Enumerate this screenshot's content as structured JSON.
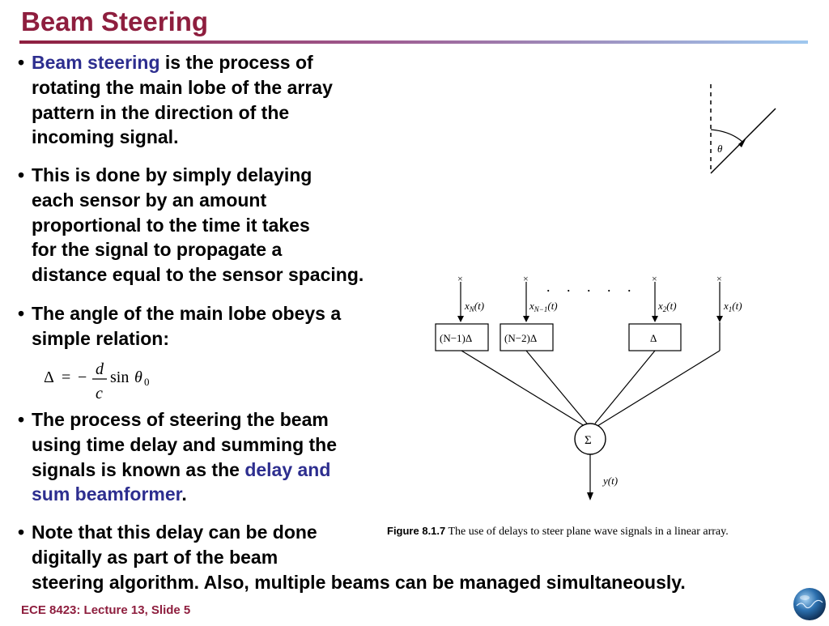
{
  "title": "Beam Steering",
  "bullets": [
    {
      "lines": [
        [
          {
            "t": "Beam steering",
            "hl": true
          },
          {
            "t": " is the process of"
          }
        ],
        [
          {
            "t": "rotating the main lobe of the array"
          }
        ],
        [
          {
            "t": "pattern in the direction of the"
          }
        ],
        [
          {
            "t": "incoming signal."
          }
        ]
      ]
    },
    {
      "lines": [
        [
          {
            "t": "This is done by simply delaying"
          }
        ],
        [
          {
            "t": "each sensor by an amount"
          }
        ],
        [
          {
            "t": "proportional to the time it takes"
          }
        ],
        [
          {
            "t": "for the signal to propagate a"
          }
        ],
        [
          {
            "t": "distance equal to the sensor spacing."
          }
        ]
      ]
    },
    {
      "lines": [
        [
          {
            "t": "The angle of the main lobe obeys a"
          }
        ],
        [
          {
            "t": "simple relation:"
          }
        ]
      ]
    },
    {
      "lines": [
        [
          {
            "t": "The process of steering the beam"
          }
        ],
        [
          {
            "t": "using time delay and summing the"
          }
        ],
        [
          {
            "t": "signals is known as the "
          },
          {
            "t": "delay and",
            "hl": true
          }
        ],
        [
          {
            "t": "sum beamformer",
            "hl": true
          },
          {
            "t": "."
          }
        ]
      ]
    },
    {
      "lines": [
        [
          {
            "t": "Note that this delay can be done"
          }
        ],
        [
          {
            "t": "digitally as part of the beam"
          }
        ],
        [
          {
            "t": "steering algorithm. Also, multiple beams can be managed simultaneously."
          }
        ]
      ]
    }
  ],
  "bullet_char": "•",
  "equation": {
    "lhs": "Δ",
    "eq": "=",
    "minus": "−",
    "num": "d",
    "den": "c",
    "func": "sin",
    "var": "θ",
    "sub": "0"
  },
  "figure": {
    "theta": "θ",
    "dots": ". . . . .",
    "inputs": [
      {
        "label_base": "x",
        "label_sub": "N",
        "label_arg": "(t)",
        "delay": "(N−1)Δ"
      },
      {
        "label_base": "x",
        "label_sub": "N−1",
        "label_arg": "(t)",
        "delay": "(N−2)Δ"
      },
      {
        "label_base": "x",
        "label_sub": "2",
        "label_arg": "(t)",
        "delay": "Δ"
      },
      {
        "label_base": "x",
        "label_sub": "1",
        "label_arg": "(t)",
        "delay": ""
      }
    ],
    "sum_symbol": "Σ",
    "output": "y(t)",
    "caption_num": "Figure 8.1.7",
    "caption_text": " The use of delays to steer plane wave signals in a linear array."
  },
  "footer": "ECE 8423: Lecture 13, Slide 5",
  "colors": {
    "title": "#8e1e3e",
    "highlight": "#2d2e8f",
    "footer": "#8e1e3e"
  }
}
